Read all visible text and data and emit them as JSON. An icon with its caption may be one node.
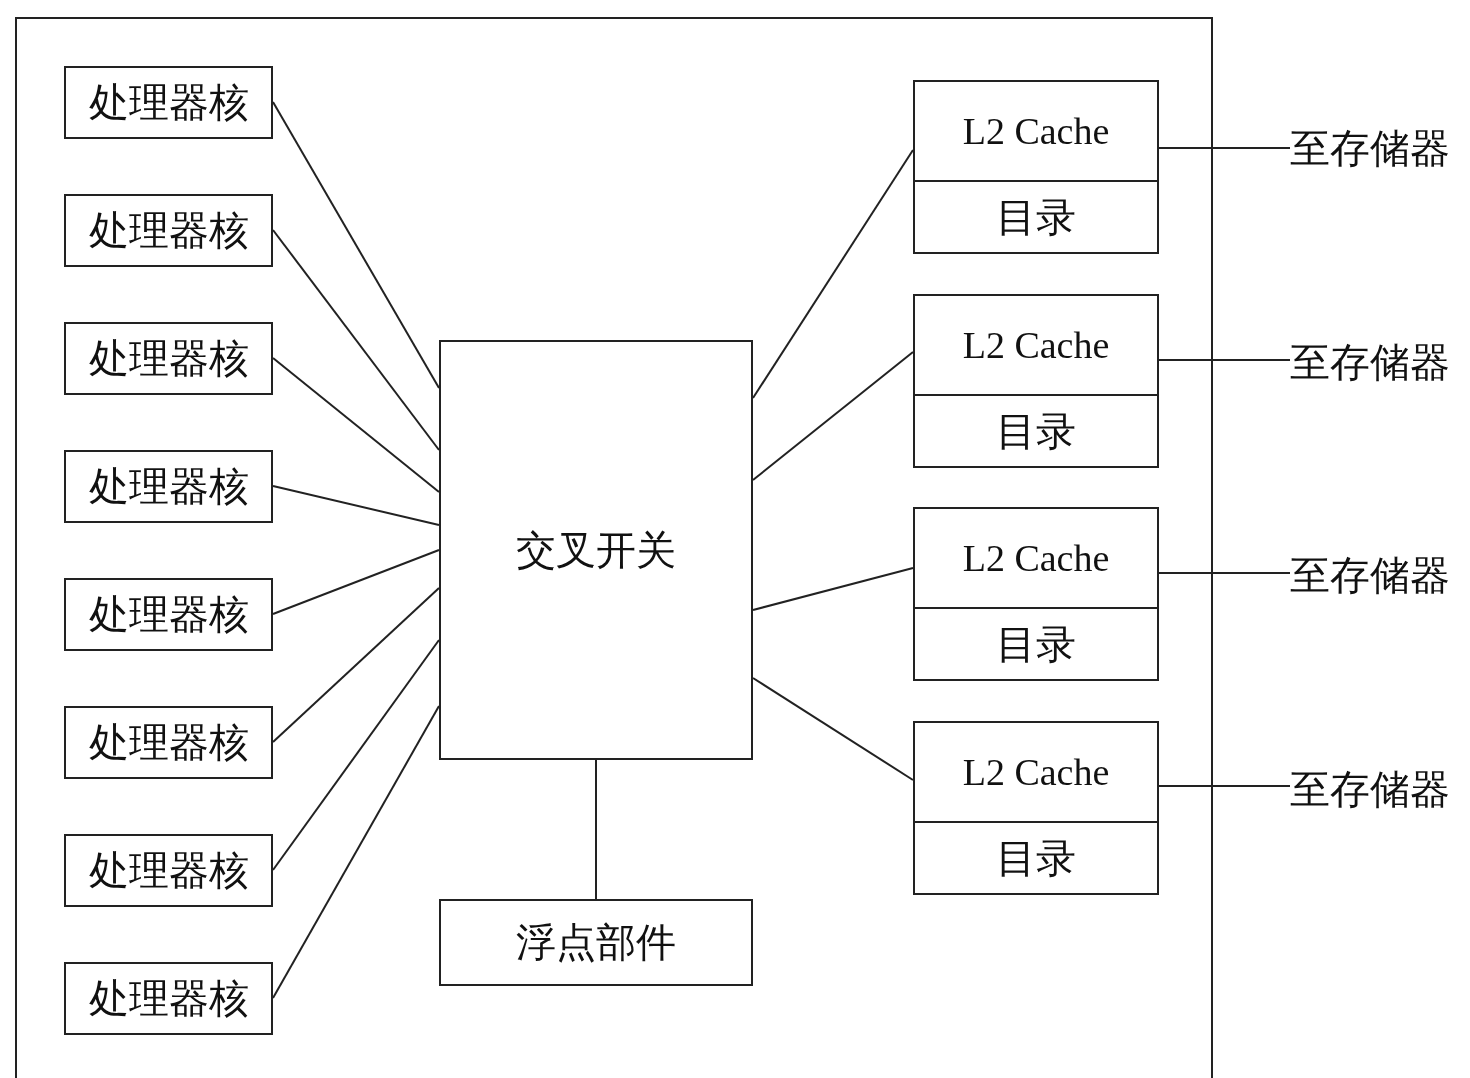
{
  "diagram": {
    "nodes": [
      {
        "text": [],
        "shape": "box"
      },
      {
        "text": [
          "处理器核"
        ],
        "in": 0
      },
      {
        "text": [
          "处理器核"
        ],
        "in": 0
      },
      {
        "text": [
          "处理器核"
        ],
        "in": 0
      },
      {
        "text": [
          "处理器核"
        ],
        "in": 0
      },
      {
        "text": [
          "处理器核"
        ],
        "in": 0
      },
      {
        "text": [
          "处理器核"
        ],
        "in": 0
      },
      {
        "text": [
          "处理器核"
        ],
        "in": 0
      },
      {
        "text": [
          "处理器核"
        ],
        "in": 0
      },
      {
        "text": [
          "交叉开关"
        ],
        "in": 0
      },
      {
        "text": [
          "浮点部件"
        ],
        "in": 0
      },
      {
        "text": [
          "L2 Cache",
          "目录"
        ],
        "in": 0
      },
      {
        "text": [
          "L2 Cache",
          "目录"
        ],
        "in": 0
      },
      {
        "text": [
          "L2 Cache",
          "目录"
        ],
        "in": 0
      },
      {
        "text": [
          "L2 Cache",
          "目录"
        ],
        "in": 0
      },
      {
        "text": [
          "至存储器"
        ]
      },
      {
        "text": [
          "至存储器"
        ]
      },
      {
        "text": [
          "至存储器"
        ]
      },
      {
        "text": [
          "至存储器"
        ]
      }
    ],
    "edges": [
      {
        "from": 1,
        "to": 9,
        "arrow": "none"
      },
      {
        "from": 2,
        "to": 9,
        "arrow": "none"
      },
      {
        "from": 3,
        "to": 9,
        "arrow": "none"
      },
      {
        "from": 4,
        "to": 9,
        "arrow": "none"
      },
      {
        "from": 5,
        "to": 9,
        "arrow": "none"
      },
      {
        "from": 6,
        "to": 9,
        "arrow": "none"
      },
      {
        "from": 7,
        "to": 9,
        "arrow": "none"
      },
      {
        "from": 8,
        "to": 9,
        "arrow": "none"
      },
      {
        "from": 9,
        "to": 11,
        "arrow": "none"
      },
      {
        "from": 9,
        "to": 12,
        "arrow": "none"
      },
      {
        "from": 9,
        "to": 13,
        "arrow": "none"
      },
      {
        "from": 9,
        "to": 14,
        "arrow": "none"
      },
      {
        "from": 9,
        "to": 10,
        "arrow": "none"
      },
      {
        "from": 11,
        "to": 15,
        "arrow": "none"
      },
      {
        "from": 12,
        "to": 16,
        "arrow": "none"
      },
      {
        "from": 13,
        "to": 17,
        "arrow": "none"
      },
      {
        "from": 14,
        "to": 18,
        "arrow": "none"
      }
    ]
  }
}
